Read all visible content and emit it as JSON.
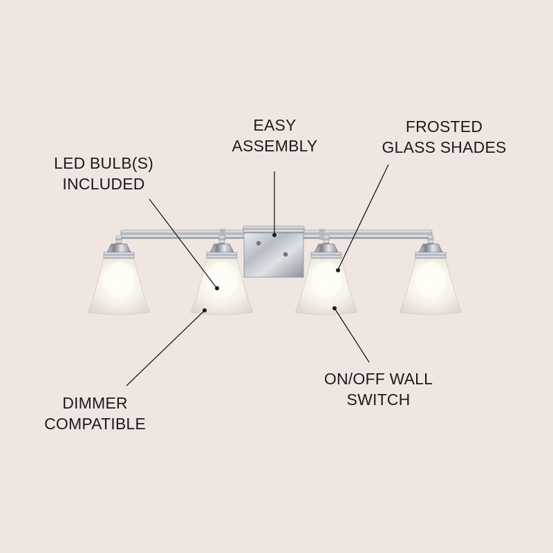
{
  "callouts": {
    "easy_assembly": {
      "line1": "EASY",
      "line2": "ASSEMBLY"
    },
    "frosted_glass": {
      "line1": "FROSTED",
      "line2": "GLASS SHADES"
    },
    "led_bulbs": {
      "line1": "LED BULB(S)",
      "line2": "INCLUDED"
    },
    "on_off_switch": {
      "line1": "ON/OFF WALL",
      "line2": "SWITCH"
    },
    "dimmer": {
      "line1": "DIMMER",
      "line2": "COMPATIBLE"
    }
  },
  "colors": {
    "background": "#efe6e2",
    "text": "#1a1a1a",
    "chrome": "#c9ccd2",
    "glass": "#f6f4ee"
  }
}
